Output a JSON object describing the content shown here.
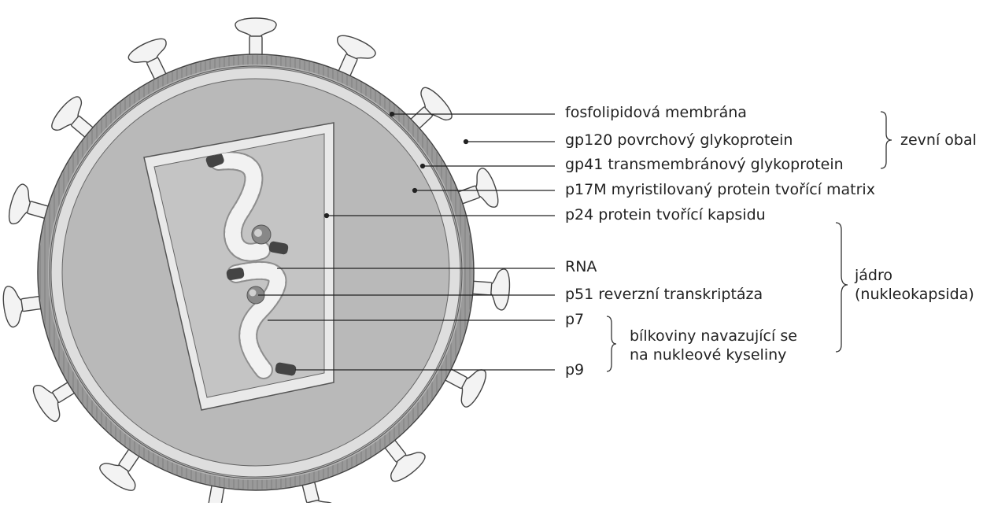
{
  "diagram": {
    "labels": {
      "fosfolipidova": "fosfolipidová membrána",
      "gp120": "gp120 povrchový glykoprotein",
      "gp41": "gp41 transmembránový glykoprotein",
      "p17": "p17M myristilovaný protein tvořící matrix",
      "p24": "p24 protein tvořící kapsidu",
      "rna": "RNA",
      "p51": "p51 reverzní transkriptáza",
      "p7": "p7",
      "p9": "p9"
    },
    "groups": {
      "zevni_obal": "zevní obal",
      "jadro_line1": "jádro",
      "jadro_line2": "(nukleokapsida)",
      "bilkoviny_line1": "bílkoviny navazující se",
      "bilkoviny_line2": "na nukleové kyseliny"
    }
  }
}
